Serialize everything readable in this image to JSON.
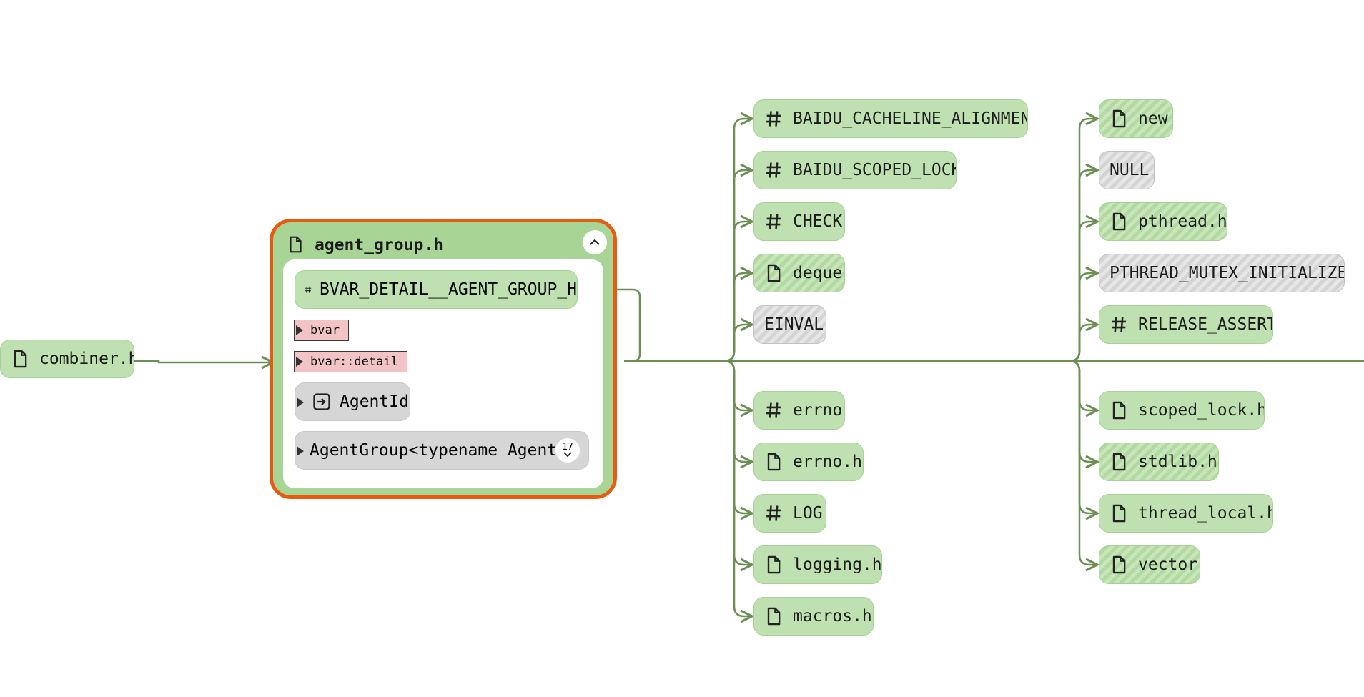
{
  "source_node": {
    "label": "combiner.h",
    "icon": "file-icon"
  },
  "group": {
    "title": "agent_group.h",
    "icon": "file-icon",
    "macro": {
      "label": "BVAR_DETAIL__AGENT_GROUP_H",
      "icon": "hash-icon"
    },
    "namespaces": [
      "bvar",
      "bvar::detail"
    ],
    "items": [
      {
        "label": "AgentId",
        "icon": "enter-icon"
      },
      {
        "label": "AgentGroup<typename Agent>",
        "badge": "17"
      }
    ]
  },
  "deps_col1": [
    {
      "label": "BAIDU_CACHELINE_ALIGNMENT",
      "icon": "hash-icon",
      "style": "solid"
    },
    {
      "label": "BAIDU_SCOPED_LOCK",
      "icon": "hash-icon",
      "style": "solid"
    },
    {
      "label": "CHECK",
      "icon": "hash-icon",
      "style": "solid"
    },
    {
      "label": "deque",
      "icon": "file-icon",
      "style": "striped"
    },
    {
      "label": "EINVAL",
      "icon": "",
      "style": "grey"
    },
    {
      "label": "errno",
      "icon": "hash-icon",
      "style": "solid"
    },
    {
      "label": "errno.h",
      "icon": "file-icon",
      "style": "solid"
    },
    {
      "label": "LOG",
      "icon": "hash-icon",
      "style": "solid"
    },
    {
      "label": "logging.h",
      "icon": "file-icon",
      "style": "solid"
    },
    {
      "label": "macros.h",
      "icon": "file-icon",
      "style": "solid"
    }
  ],
  "deps_col2": [
    {
      "label": "new",
      "icon": "file-icon",
      "style": "striped"
    },
    {
      "label": "NULL",
      "icon": "",
      "style": "grey"
    },
    {
      "label": "pthread.h",
      "icon": "file-icon",
      "style": "striped"
    },
    {
      "label": "PTHREAD_MUTEX_INITIALIZER",
      "icon": "",
      "style": "grey"
    },
    {
      "label": "RELEASE_ASSERT",
      "icon": "hash-icon",
      "style": "solid"
    },
    {
      "label": "scoped_lock.h",
      "icon": "file-icon",
      "style": "solid"
    },
    {
      "label": "stdlib.h",
      "icon": "file-icon",
      "style": "striped"
    },
    {
      "label": "thread_local.h",
      "icon": "file-icon",
      "style": "solid"
    },
    {
      "label": "vector",
      "icon": "file-icon",
      "style": "striped"
    }
  ],
  "colors": {
    "edge": "#6b8f55",
    "accent": "#ea5b12",
    "node": "#bfe0b0"
  }
}
